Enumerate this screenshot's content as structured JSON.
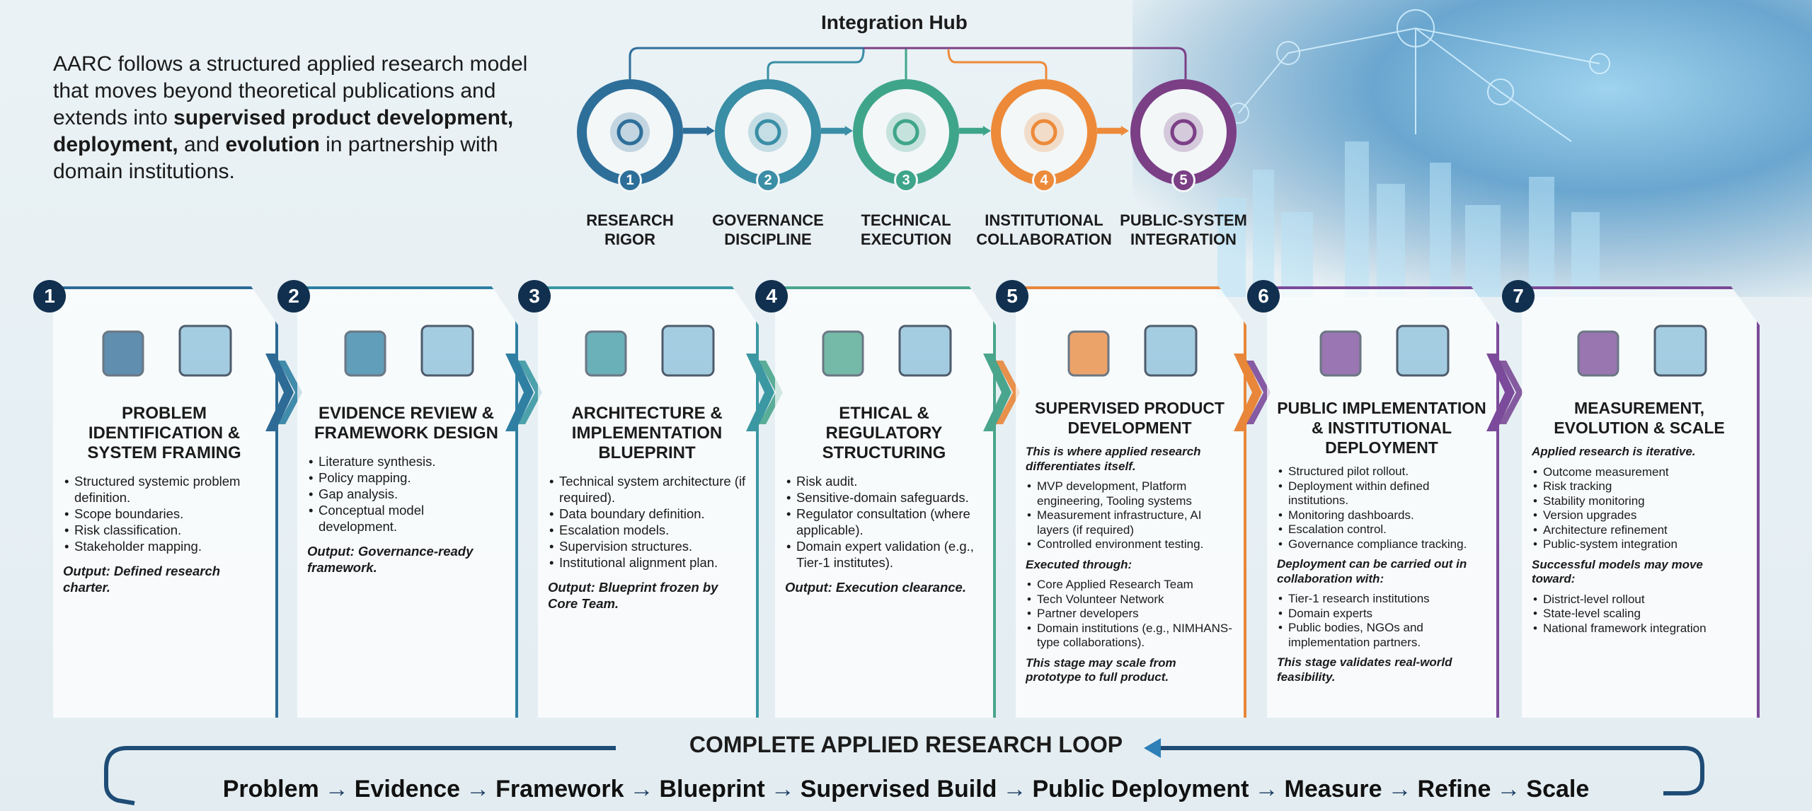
{
  "intro": {
    "lead": "AARC follows a structured applied research model that moves beyond theoretical publications and extends into ",
    "b1": "supervised product development, deployment,",
    "mid": " and ",
    "b2": "evolution",
    "tail": " in partnership with domain institutions."
  },
  "hub": {
    "title": "Integration Hub",
    "nodes": [
      {
        "num": "1",
        "label": "RESEARCH RIGOR",
        "icon": "magnifier-books-icon",
        "color": "#2e6f9a"
      },
      {
        "num": "2",
        "label": "GOVERNANCE DISCIPLINE",
        "icon": "gavel-icon",
        "color": "#3a8ea6"
      },
      {
        "num": "3",
        "label": "TECHNICAL EXECUTION",
        "icon": "gear-circuit-icon",
        "color": "#3fa58a"
      },
      {
        "num": "4",
        "label": "INSTITUTIONAL COLLABORATION",
        "icon": "handshake-icon",
        "color": "#ec8a3a"
      },
      {
        "num": "5",
        "label": "PUBLIC-SYSTEM INTEGRATION",
        "icon": "network-people-icon",
        "color": "#7b3f86"
      }
    ]
  },
  "stages": [
    {
      "num": "1",
      "title": "PROBLEM IDENTIFICATION & SYSTEM FRAMING",
      "color": "#2d6a95",
      "icons": [
        "telescope-icon",
        "map-icon"
      ],
      "blocks": [
        {
          "bullets": [
            "Structured systemic problem definition.",
            "Scope boundaries.",
            "Risk classification.",
            "Stakeholder mapping."
          ]
        },
        {
          "note": "Output: Defined research charter."
        }
      ]
    },
    {
      "num": "2",
      "title": "EVIDENCE REVIEW & FRAMEWORK DESIGN",
      "color": "#2f7fa3",
      "icons": [
        "books-icon",
        "org-chart-icon"
      ],
      "blocks": [
        {
          "bullets": [
            "Literature synthesis.",
            "Policy mapping.",
            "Gap analysis.",
            "Conceptual model development."
          ]
        },
        {
          "note": "Output: Governance-ready framework."
        }
      ]
    },
    {
      "num": "3",
      "title": "ARCHITECTURE & IMPLEMENTATION BLUEPRINT",
      "color": "#3b98a3",
      "icons": [
        "compass-icon",
        "blueprint-icon"
      ],
      "blocks": [
        {
          "bullets": [
            "Technical system architecture (if required).",
            "Data boundary definition.",
            "Escalation models.",
            "Supervision structures.",
            "Institutional alignment plan."
          ]
        },
        {
          "note": "Output: Blueprint frozen by Core Team."
        }
      ]
    },
    {
      "num": "4",
      "title": "ETHICAL & REGULATORY STRUCTURING",
      "color": "#4aa58d",
      "icons": [
        "scales-icon",
        "legal-document-icon"
      ],
      "blocks": [
        {
          "bullets": [
            "Risk audit.",
            "Sensitive-domain safeguards.",
            "Regulator consultation (where applicable).",
            "Domain expert validation (e.g., Tier-1 institutes)."
          ]
        },
        {
          "note": "Output: Execution clearance."
        }
      ]
    },
    {
      "num": "5",
      "title": "SUPERVISED PRODUCT DEVELOPMENT",
      "color": "#e8863a",
      "icons": [
        "rocket-icon",
        "briefcase-icon"
      ],
      "blocks": [
        {
          "note": "This is where applied research differentiates itself."
        },
        {
          "bullets": [
            "MVP development, Platform engineering, Tooling systems",
            "Measurement infrastructure, AI layers (if required)",
            "Controlled environment testing."
          ]
        },
        {
          "note": "Executed through:"
        },
        {
          "bullets": [
            "Core Applied Research Team",
            "Tech Volunteer Network",
            "Partner developers",
            "Domain institutions (e.g., NIMHANS-type collaborations)."
          ]
        },
        {
          "note": "This stage may scale from prototype to full product."
        }
      ]
    },
    {
      "num": "6",
      "title": "PUBLIC IMPLEMENTATION & INSTITUTIONAL DEPLOYMENT",
      "color": "#7b4a9a",
      "icons": [
        "city-icon",
        "truck-icon"
      ],
      "blocks": [
        {
          "bullets": [
            "Structured pilot rollout.",
            "Deployment within defined institutions.",
            "Monitoring dashboards.",
            "Escalation control.",
            "Governance compliance tracking."
          ]
        },
        {
          "note": "Deployment can be carried out in collaboration with:"
        },
        {
          "bullets": [
            "Tier-1 research institutions",
            "Domain experts",
            "Public bodies, NGOs and implementation partners."
          ]
        },
        {
          "note": "This stage validates real-world feasibility."
        }
      ]
    },
    {
      "num": "7",
      "title": "MEASUREMENT, EVOLUTION & SCALE",
      "color": "#7a4a96",
      "icons": [
        "growth-chart-icon",
        "plant-icon"
      ],
      "blocks": [
        {
          "note": "Applied research is iterative."
        },
        {
          "bullets": [
            "Outcome measurement",
            "Risk tracking",
            "Stability monitoring",
            "Version upgrades",
            "Architecture refinement",
            "Public-system integration"
          ]
        },
        {
          "note": "Successful models may move toward:"
        },
        {
          "bullets": [
            "District-level rollout",
            "State-level scaling",
            "National framework integration"
          ]
        }
      ]
    }
  ],
  "loop": {
    "title": "COMPLETE APPLIED RESEARCH LOOP",
    "steps": [
      "Problem",
      "Evidence",
      "Framework",
      "Blueprint",
      "Supervised Build",
      "Public Deployment",
      "Measure",
      "Refine",
      "Scale"
    ],
    "arrow": "→"
  }
}
